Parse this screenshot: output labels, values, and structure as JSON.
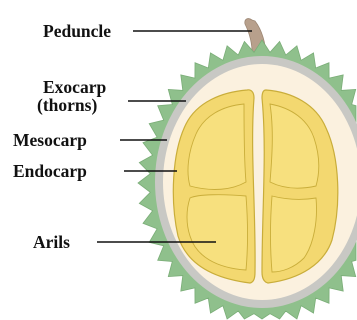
{
  "labels": {
    "peduncle": "Peduncle",
    "exocarp_line1": "Exocarp",
    "exocarp_line2": "(thorns)",
    "mesocarp": "Mesocarp",
    "endocarp": "Endocarp",
    "arils": "Arils"
  },
  "colors": {
    "thorns": "#8fc08c",
    "thorn_edge": "#7aad77",
    "mesocarp": "#c8c8c4",
    "endocarp": "#fbf1df",
    "aril_fill": "#f3d870",
    "aril_inner": "#f7e07e",
    "aril_outline": "#c9ad3a",
    "peduncle": "#b8a08c",
    "text": "#111111"
  }
}
